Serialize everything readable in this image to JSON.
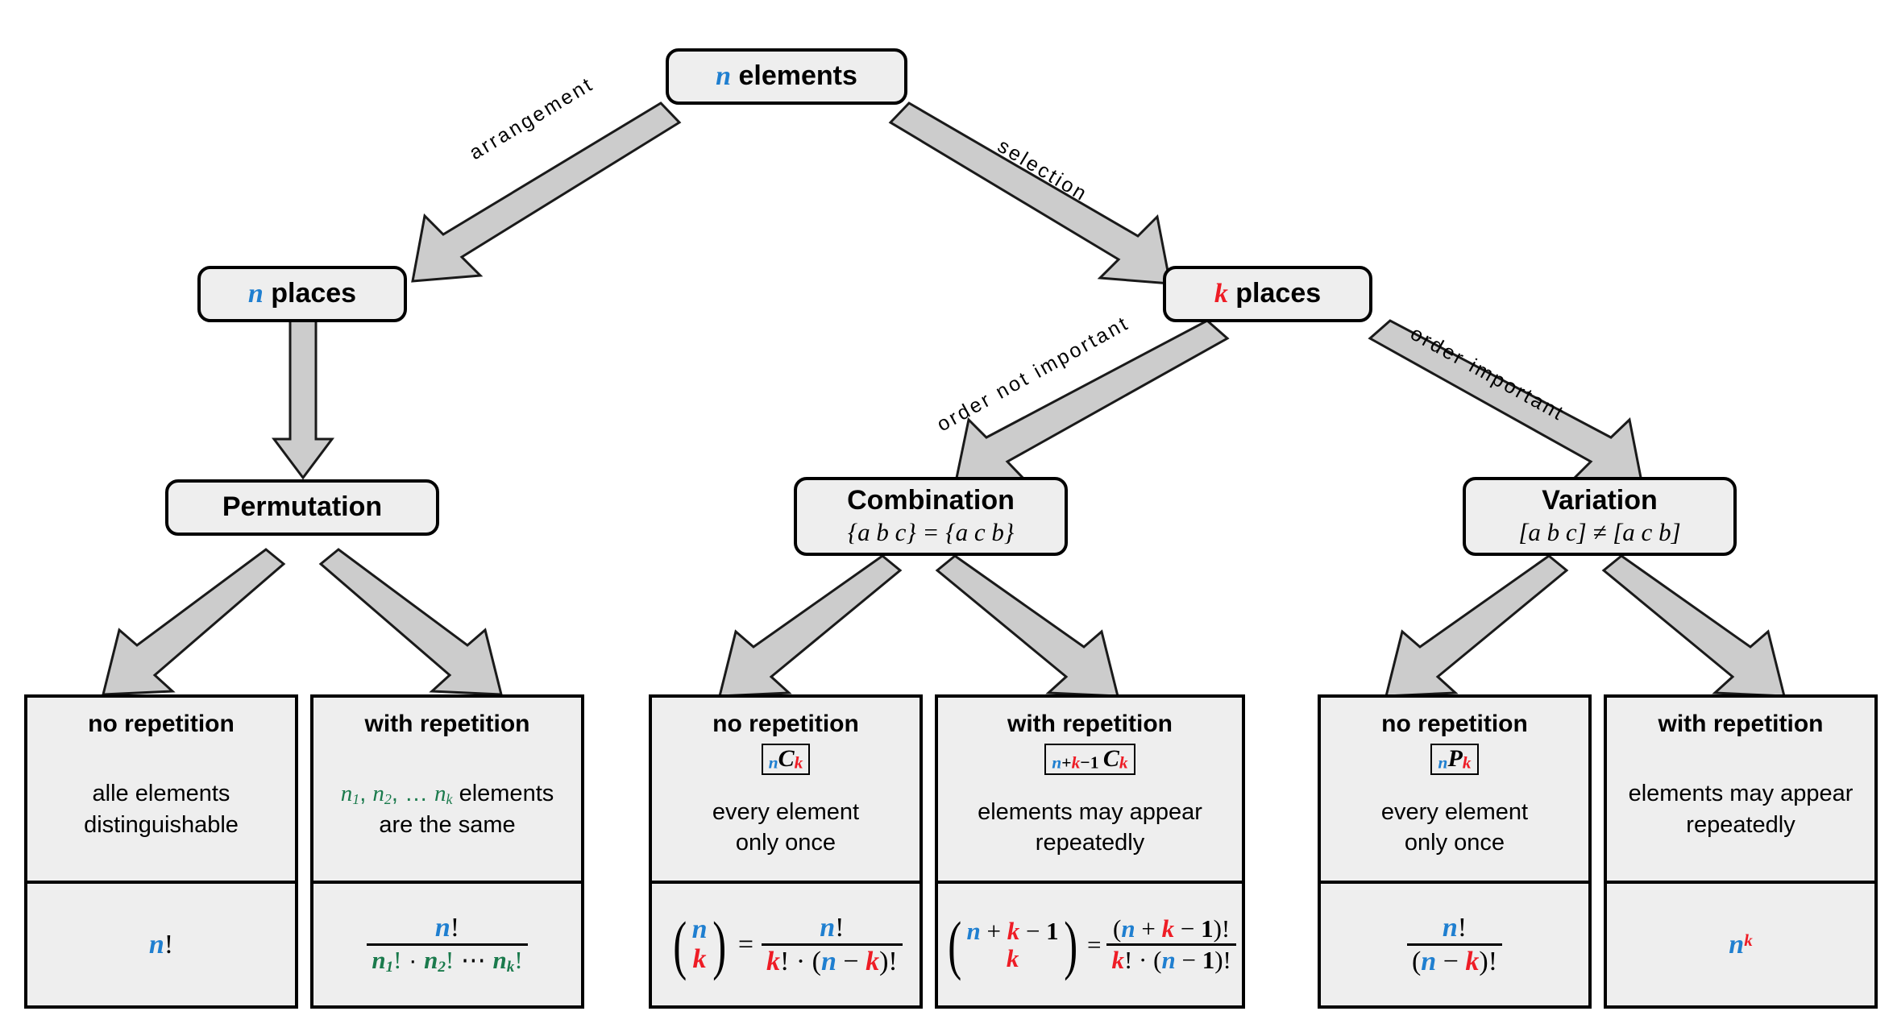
{
  "diagram": {
    "title": "Combinatorics decision tree",
    "colors": {
      "n_color": "#1f7fd0",
      "k_color": "#ee1c25",
      "ni_color": "#1a7a4c",
      "node_fill": "#eeeeee",
      "arrow_fill": "#cccccc",
      "outline": "#000000"
    }
  },
  "root": {
    "label_var": "n",
    "label_text": " elements"
  },
  "edges": {
    "arrangement": "arrangement",
    "selection": "selection",
    "order_not_important": "order not important",
    "order_important": "order important"
  },
  "level2": {
    "left": {
      "var": "n",
      "text": " places"
    },
    "right": {
      "var": "k",
      "text": " places"
    }
  },
  "level3": {
    "permutation": {
      "title": "Permutation",
      "sub": ""
    },
    "combination": {
      "title": "Combination",
      "sub": "{a b c} = {a c b}"
    },
    "variation": {
      "title": "Variation",
      "sub": "[a b c] ≠ [a c b]"
    }
  },
  "leaves": [
    {
      "group": "permutation",
      "header": "no repetition",
      "notation": "",
      "desc_line1": "alle elements",
      "desc_line2": "distinguishable",
      "formula": "n!"
    },
    {
      "group": "permutation",
      "header": "with repetition",
      "notation": "",
      "desc_line1": "n₁, n₂, … nₖ elements",
      "desc_line2": "are the same",
      "formula": "n! / (n₁! · n₂! ⋯ nₖ!)"
    },
    {
      "group": "combination",
      "header": "no repetition",
      "notation": "ₙCₖ",
      "desc_line1": "every element",
      "desc_line2": "only once",
      "formula": "(n over k) = n! / (k! · (n − k)!)"
    },
    {
      "group": "combination",
      "header": "with repetition",
      "notation": "ₙ₊ₖ₋₁Cₖ",
      "desc_line1": "elements may appear",
      "desc_line2": "repeatedly",
      "formula": "(n+k−1 over k) = (n+k−1)! / (k! · (n−1)!)"
    },
    {
      "group": "variation",
      "header": "no repetition",
      "notation": "ₙPₖ",
      "desc_line1": "every element",
      "desc_line2": "only once",
      "formula": "n! / (n − k)!"
    },
    {
      "group": "variation",
      "header": "with repetition",
      "notation": "",
      "desc_line1": "elements may appear",
      "desc_line2": "repeatedly",
      "formula": "nᵏ"
    }
  ]
}
